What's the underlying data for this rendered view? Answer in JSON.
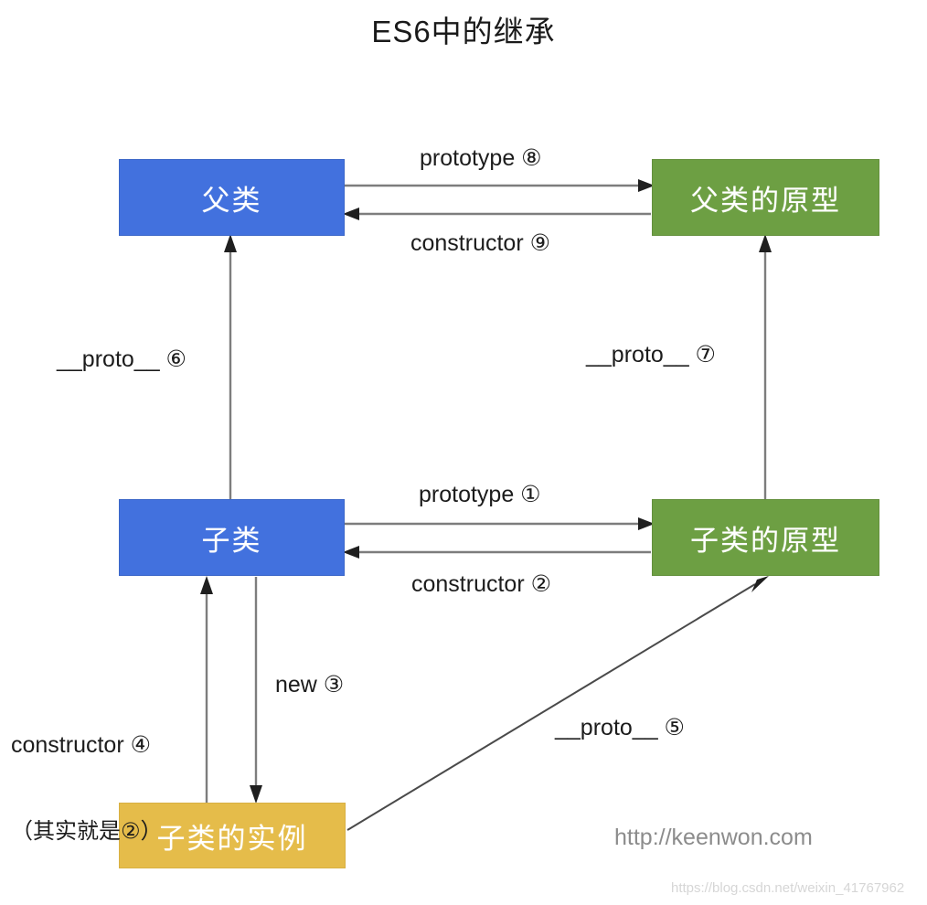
{
  "title": "ES6中的继承",
  "nodes": {
    "parent_class": {
      "label": "父类",
      "color": "#4271DE"
    },
    "parent_prototype": {
      "label": "父类的原型",
      "color": "#6D9F43"
    },
    "sub_class": {
      "label": "子类",
      "color": "#4271DE"
    },
    "sub_prototype": {
      "label": "子类的原型",
      "color": "#6D9F43"
    },
    "sub_instance": {
      "label": "子类的实例",
      "color": "#E5BC4A"
    }
  },
  "edges": {
    "parent_prototype_out": "prototype ⑧",
    "parent_constructor_back": "constructor ⑨",
    "subclass_proto_parent": "__proto__ ⑥",
    "subproto_proto_parentproto": "__proto__ ⑦",
    "sub_prototype_out": "prototype ①",
    "sub_constructor_back": "constructor ②",
    "instance_constructor_line1": "constructor ④",
    "instance_constructor_line2": "（其实就是②）",
    "instance_new": "new ③",
    "instance_proto": "__proto__ ⑤"
  },
  "footer": {
    "site_url": "http://keenwon.com",
    "watermark": "https://blog.csdn.net/weixin_41767962"
  },
  "colors": {
    "class_blue": "#4271DE",
    "prototype_green": "#6D9F43",
    "instance_yellow": "#E5BC4A",
    "arrow_gray": "#7d7d7d",
    "text_dark": "#1c1c1c"
  }
}
